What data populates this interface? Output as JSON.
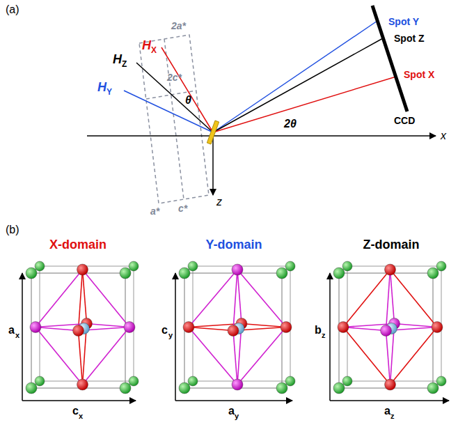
{
  "diagram": {
    "labels": [
      "(a)",
      "H",
      "Z",
      "H",
      "X",
      "H",
      "Y",
      "2a*",
      "2c*",
      "θ",
      "a*",
      "c*",
      "Spot Y",
      "Spot Z",
      "Spot X",
      "CCD",
      "2θ",
      "x",
      "z",
      "(b)",
      "X-domain",
      "Y-domain",
      "Z-domain",
      "a",
      "x",
      "c",
      "x",
      "c",
      "y",
      "a",
      "y",
      "b",
      "z",
      "a",
      "z"
    ]
  }
}
